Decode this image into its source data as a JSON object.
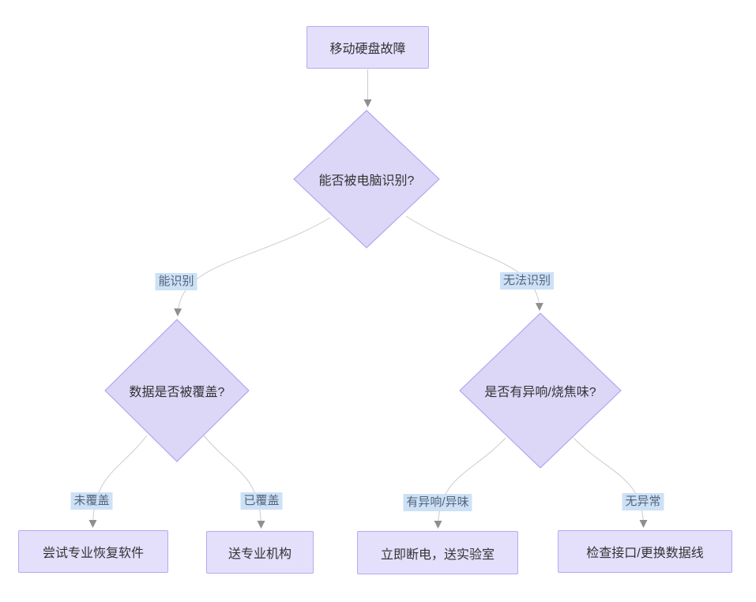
{
  "diagram_type": "flowchart",
  "nodes": [
    {
      "id": "start",
      "type": "process",
      "label": "移动硬盘故障"
    },
    {
      "id": "q-recognized",
      "type": "decision",
      "label": "能否被电脑识别?"
    },
    {
      "id": "q-overwritten",
      "type": "decision",
      "label": "数据是否被覆盖?"
    },
    {
      "id": "q-noise",
      "type": "decision",
      "label": "是否有异响/烧焦味?"
    },
    {
      "id": "result-recovery-software",
      "type": "process",
      "label": "尝试专业恢复软件"
    },
    {
      "id": "result-professional-agency",
      "type": "process",
      "label": "送专业机构"
    },
    {
      "id": "result-lab",
      "type": "process",
      "label": "立即断电，送实验室"
    },
    {
      "id": "result-check-cable",
      "type": "process",
      "label": "检查接口/更换数据线"
    }
  ],
  "edges": [
    {
      "from": "start",
      "to": "q-recognized",
      "label": ""
    },
    {
      "from": "q-recognized",
      "to": "q-overwritten",
      "label": "能识别"
    },
    {
      "from": "q-recognized",
      "to": "q-noise",
      "label": "无法识别"
    },
    {
      "from": "q-overwritten",
      "to": "result-recovery-software",
      "label": "未覆盖"
    },
    {
      "from": "q-overwritten",
      "to": "result-professional-agency",
      "label": "已覆盖"
    },
    {
      "from": "q-noise",
      "to": "result-lab",
      "label": "有异响/异味"
    },
    {
      "from": "q-noise",
      "to": "result-check-cable",
      "label": "无异常"
    }
  ],
  "colors": {
    "canvas_bg": "#ffffff",
    "process_fill": "#e4dffb",
    "process_border": "#b5aaf3",
    "decision_fill": "#dcd6f7",
    "decision_border": "#a89df0",
    "node_text": "#333333",
    "edge_line": "#cccccc",
    "arrowhead": "#8f8f8f",
    "edge_label_bg": "#cde1f6",
    "edge_label_text": "#54657a"
  }
}
